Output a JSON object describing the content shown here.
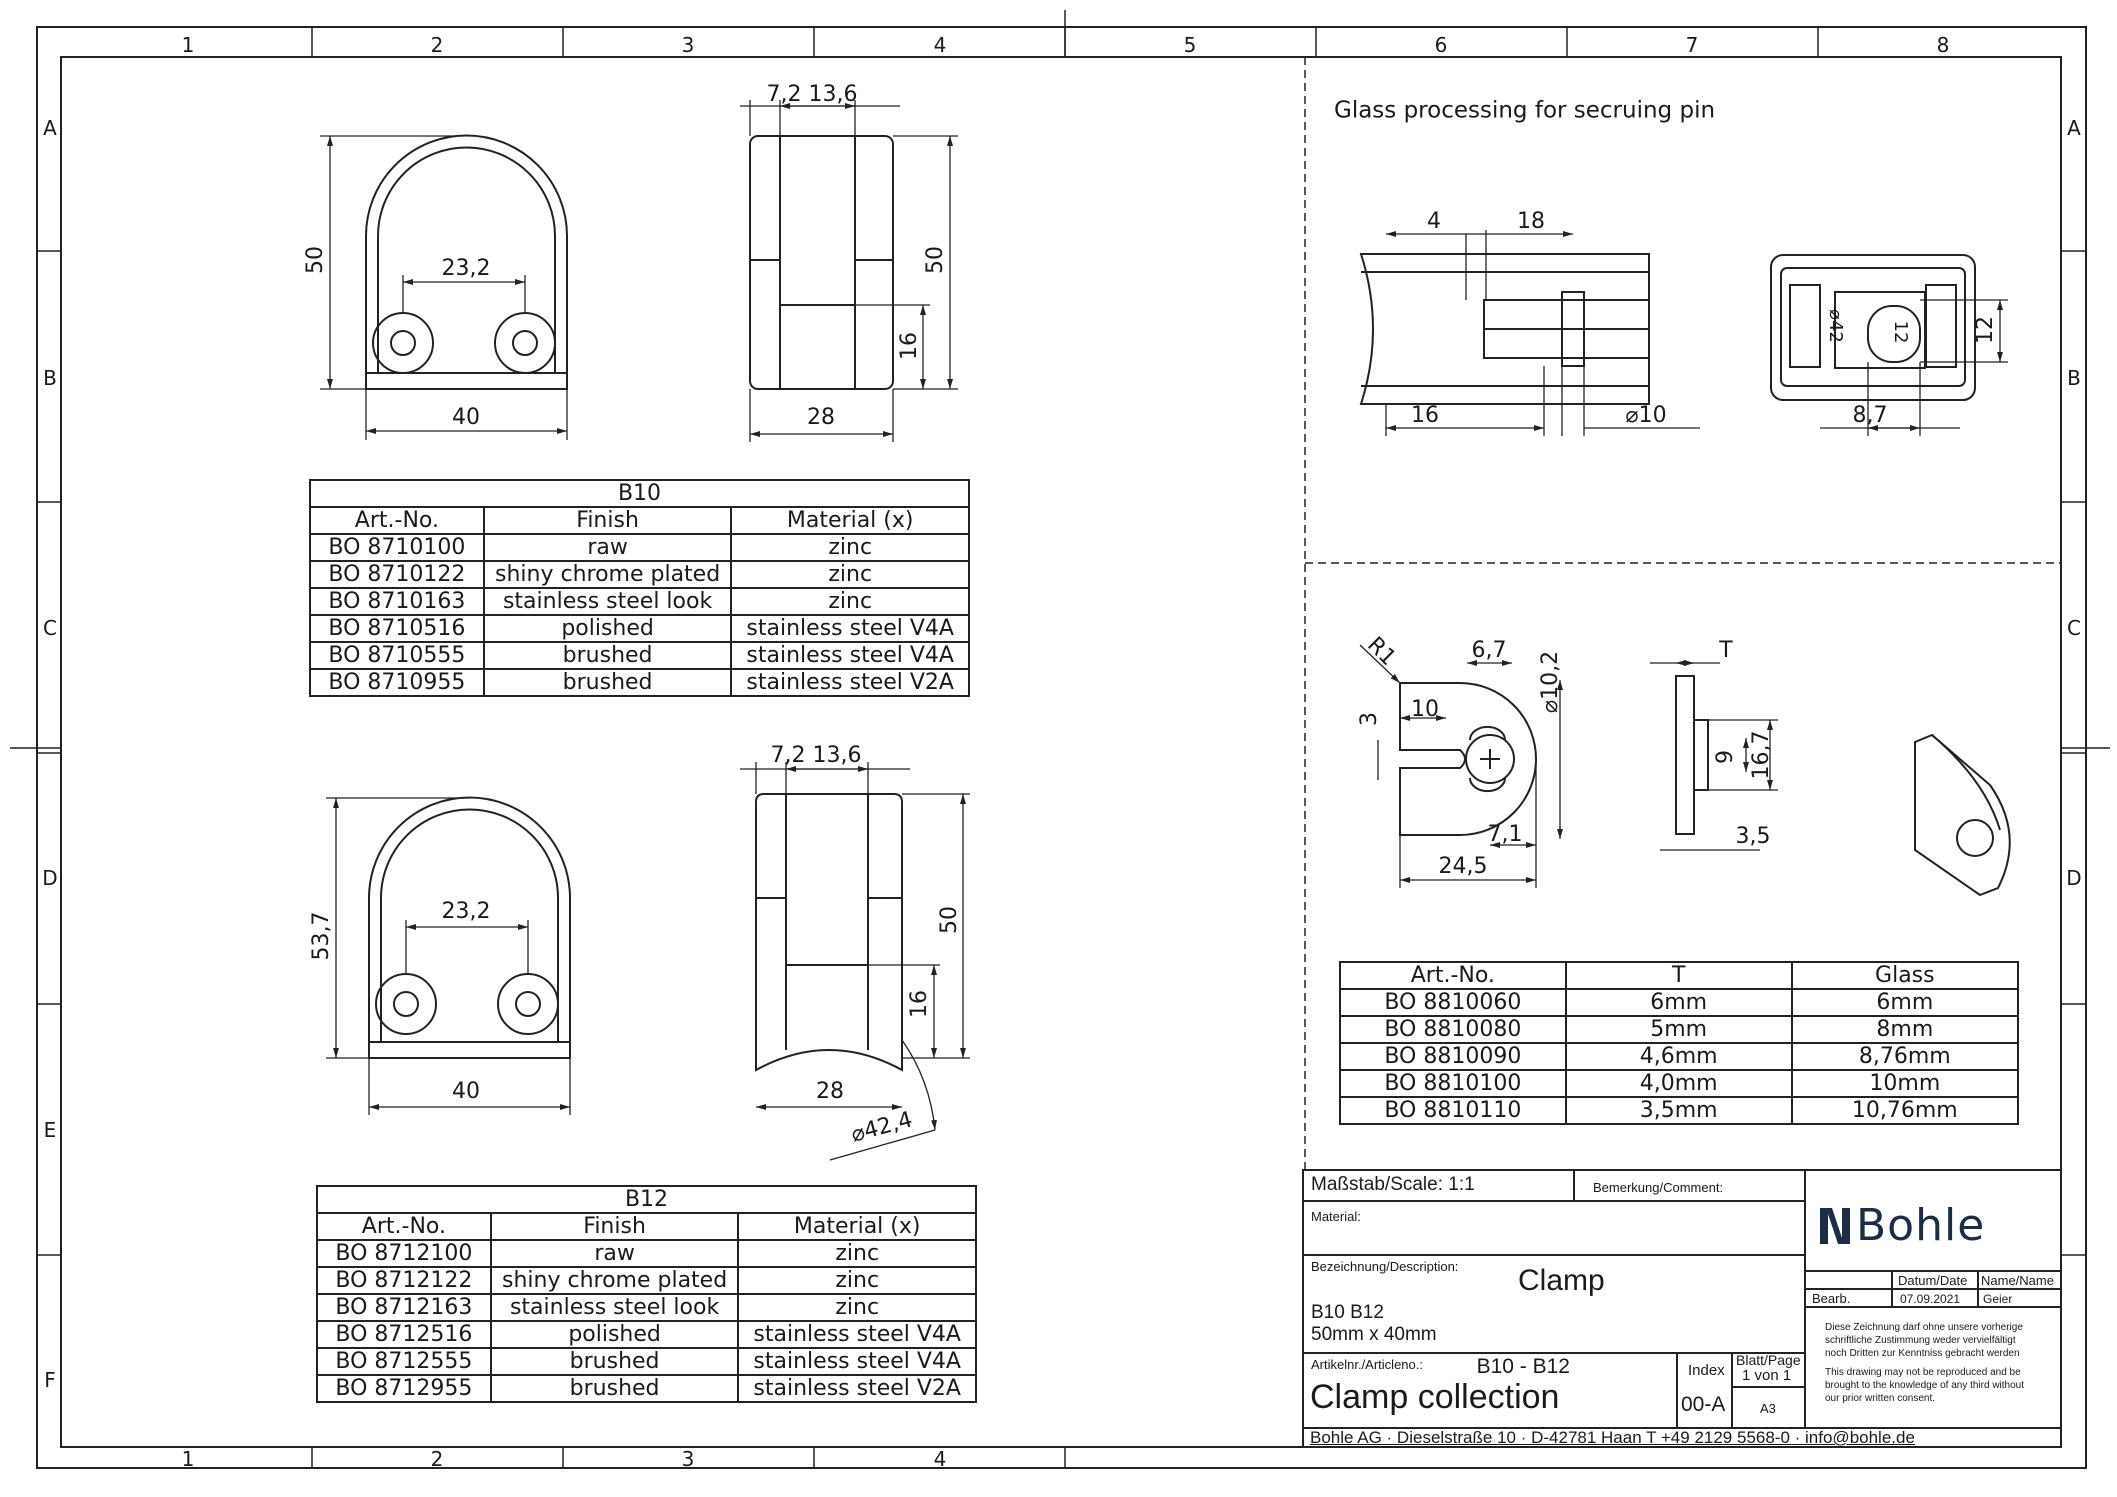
{
  "frame": {
    "columns": [
      "1",
      "2",
      "3",
      "4",
      "5",
      "6",
      "7",
      "8"
    ],
    "bottom_columns": [
      "1",
      "2",
      "3",
      "4"
    ],
    "rows": [
      "A",
      "B",
      "C",
      "D",
      "E",
      "F"
    ]
  },
  "b10_views": {
    "height": "50",
    "hole_spacing": "23,2",
    "width": "40",
    "side_top": "7,2  13,6",
    "side_height": "50",
    "base_height": "16",
    "depth": "28"
  },
  "b12_views": {
    "height": "53,7",
    "hole_spacing": "23,2",
    "width": "40",
    "side_top": "7,2  13,6",
    "side_height": "50",
    "base_height": "16",
    "depth": "28",
    "radius": "⌀42,4"
  },
  "glass": {
    "title": "Glass processing for secruing pin",
    "dim_4": "4",
    "dim_18": "18",
    "dim_16": "16",
    "dim_d10": "⌀10",
    "dim_d42": "⌀42",
    "dim_12a": "12",
    "dim_12b": "12",
    "dim_8_7": "8,7"
  },
  "pin": {
    "r1": "R1",
    "d6_7": "6,7",
    "d10_2": "⌀10,2",
    "d3": "3",
    "d10": "10",
    "d7_1": "7,1",
    "d24_5": "24,5",
    "t": "T",
    "d9": "9",
    "d16_7": "16,7",
    "d3_5": "3,5"
  },
  "b10_table": {
    "title": "B10",
    "headers": [
      "Art.-No.",
      "Finish",
      "Material (x)"
    ],
    "rows": [
      [
        "BO 8710100",
        "raw",
        "zinc"
      ],
      [
        "BO 8710122",
        "shiny chrome plated",
        "zinc"
      ],
      [
        "BO 8710163",
        "stainless steel look",
        "zinc"
      ],
      [
        "BO 8710516",
        "polished",
        "stainless steel V4A"
      ],
      [
        "BO 8710555",
        "brushed",
        "stainless steel V4A"
      ],
      [
        "BO 8710955",
        "brushed",
        "stainless steel V2A"
      ]
    ]
  },
  "b12_table": {
    "title": "B12",
    "headers": [
      "Art.-No.",
      "Finish",
      "Material (x)"
    ],
    "rows": [
      [
        "BO 8712100",
        "raw",
        "zinc"
      ],
      [
        "BO 8712122",
        "shiny chrome plated",
        "zinc"
      ],
      [
        "BO 8712163",
        "stainless steel look",
        "zinc"
      ],
      [
        "BO 8712516",
        "polished",
        "stainless steel V4A"
      ],
      [
        "BO 8712555",
        "brushed",
        "stainless steel V4A"
      ],
      [
        "BO 8712955",
        "brushed",
        "stainless steel V2A"
      ]
    ]
  },
  "pin_table": {
    "headers": [
      "Art.-No.",
      "T",
      "Glass"
    ],
    "rows": [
      [
        "BO 8810060",
        "6mm",
        "6mm"
      ],
      [
        "BO 8810080",
        "5mm",
        "8mm"
      ],
      [
        "BO 8810090",
        "4,6mm",
        "8,76mm"
      ],
      [
        "BO 8810100",
        "4,0mm",
        "10mm"
      ],
      [
        "BO 8810110",
        "3,5mm",
        "10,76mm"
      ]
    ]
  },
  "title_block": {
    "scale": "Maßstab/Scale: 1:1",
    "comment_label": "Bemerkung/Comment:",
    "material_label": "Material:",
    "description_label": "Bezeichnung/Description:",
    "description": "Clamp",
    "models": "B10 B12",
    "size": "50mm x 40mm",
    "article_label": "Artikelnr./Articleno.:",
    "article_range": "B10 - B12",
    "article_name": "Clamp collection",
    "index_label": "Index",
    "index": "00-A",
    "page_label": "Blatt/Page",
    "page": "1 von 1",
    "format": "A3",
    "logo": "Bohle",
    "date_header": "Datum/Date",
    "name_header": "Name/Name",
    "edited_label": "Bearb.",
    "date": "07.09.2021",
    "name": "Geier",
    "notice_de": "Diese Zeichnung darf ohne unsere vorherige schriftliche Zustimmung weder vervielfältigt noch Dritten zur Kenntniss gebracht werden",
    "notice_en": "This drawing may not be reproduced and be brought to the knowledge of any third without our prior written consent.",
    "footer": "Bohle AG · Dieselstraße 10 · D-42781 Haan T +49 2129 5568-0 · info@bohle.de"
  },
  "colors": {
    "line": "#222222",
    "logo": "#1c2d44"
  }
}
